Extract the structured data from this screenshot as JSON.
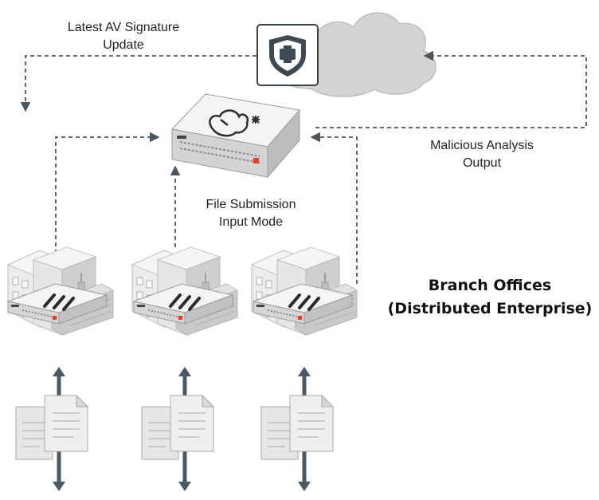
{
  "labels": {
    "av_update": {
      "line1": "Latest AV Signature",
      "line2": "Update"
    },
    "malicious_output": {
      "line1": "Malicious Analysis",
      "line2": "Output"
    },
    "file_submission": {
      "line1": "File Submission",
      "line2": "Input Mode"
    },
    "branch_offices": {
      "line1": "Branch Offices",
      "line2": "(Distributed Enterprise)"
    }
  },
  "colors": {
    "connector": "#4a5560",
    "arrow": "#4a5865",
    "building_light": "#e9e9e9",
    "building_mid": "#d2d2d2",
    "building_dark": "#b5b5b5",
    "device_top": "#f3f3f3",
    "device_side": "#cfcfcf",
    "cloud": "#d3d3d3",
    "document": "#ececec",
    "accent_red": "#d9432f"
  },
  "icons": {
    "cloud": "cloud-icon",
    "shield": "fortinet-shield-icon",
    "sandbox": "sandbox-appliance-icon",
    "building": "office-building-icon",
    "firewall": "firewall-appliance-icon",
    "document": "document-stack-icon"
  }
}
